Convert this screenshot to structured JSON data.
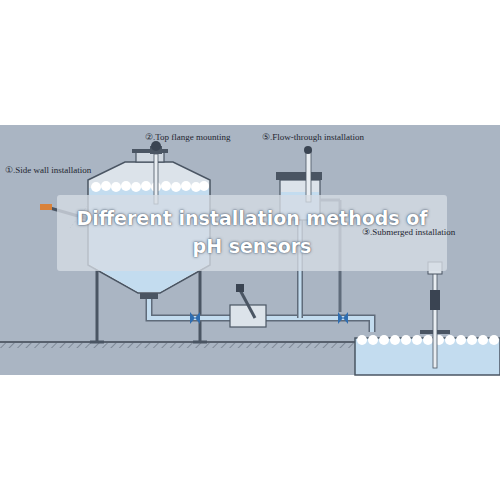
{
  "diagram": {
    "title": "Different installation methods of pH sensors",
    "labels": [
      "①.Side wall installation",
      "②.Top flange mounting",
      "⑤.Flow-through installation",
      "③.Submerged installation"
    ]
  }
}
